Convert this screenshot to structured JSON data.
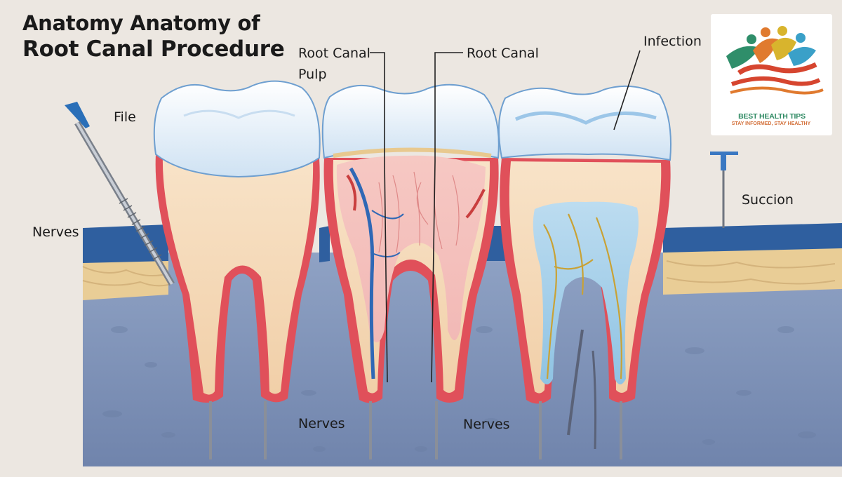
{
  "title": {
    "line1": "Anatomy Anatomy of",
    "line2": "Root Canal Procedure"
  },
  "labels": {
    "file": "File",
    "nerves_left": "Nerves",
    "root_canal_left": "Root Canal",
    "pulp": "Pulp",
    "root_canal_right": "Root Canal",
    "infection": "Infection",
    "suction": "Succion",
    "nerves_bottom_left": "Nerves",
    "nerves_bottom_right": "Nerves"
  },
  "logo": {
    "name": "BEST HEALTH TIPS",
    "tagline": "STAY INFORMED, STAY HEALTHY"
  },
  "colors": {
    "background": "#ece7e1",
    "enamel": "#eef5fb",
    "dentin": "#f4d9b8",
    "gum": "#e0505a",
    "bone": "#7f93b5",
    "gum_band": "#2e5fa0"
  }
}
